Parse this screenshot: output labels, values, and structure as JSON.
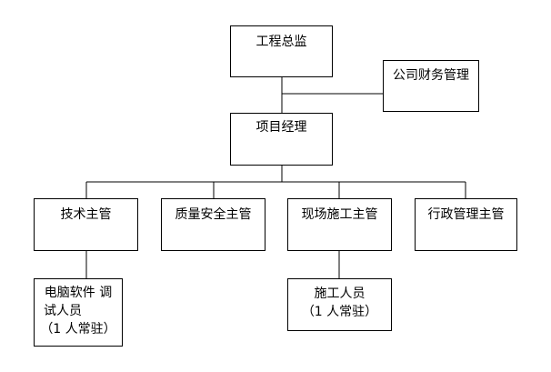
{
  "nodes": {
    "chief_engineer": "工程总监",
    "finance": "公司财务管理",
    "project_manager": "项目经理",
    "tech_supervisor": "技术主管",
    "quality_safety_supervisor": "质量安全主管",
    "site_construction_supervisor": "现场施工主管",
    "admin_supervisor": "行政管理主管",
    "software_staff": {
      "line1": "电脑软件 调",
      "line2": "试人员",
      "line3": "（1 人常驻）"
    },
    "construction_staff": {
      "line1": "施工人员",
      "line2": "（1 人常驻）"
    }
  },
  "colors": {
    "stroke": "#000000",
    "background": "#ffffff"
  }
}
